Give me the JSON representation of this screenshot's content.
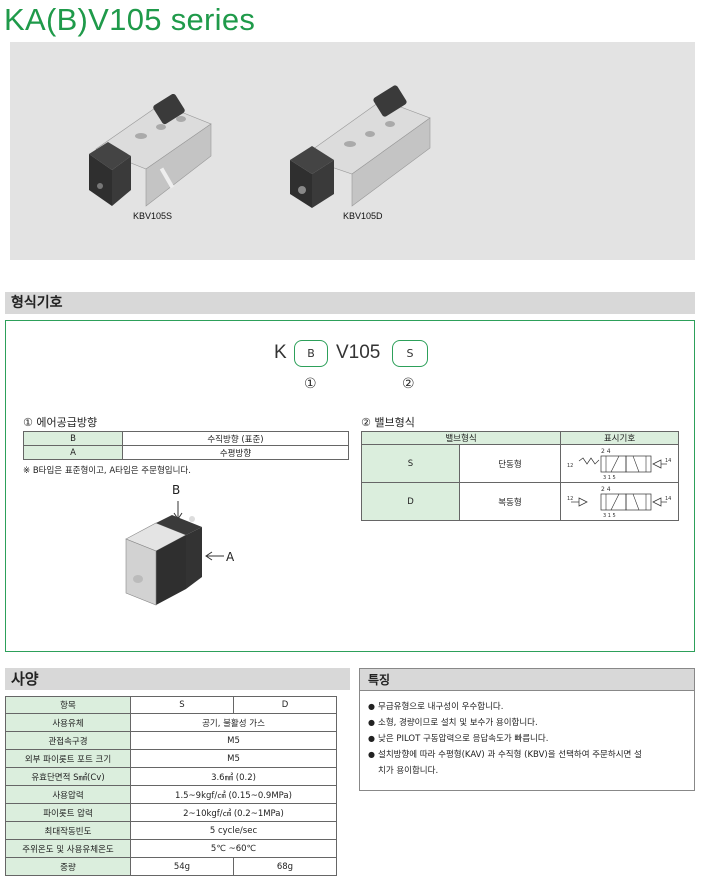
{
  "title": "KA(B)V105 series",
  "products": [
    {
      "label": "KBV105S"
    },
    {
      "label": "KBV105D"
    }
  ],
  "model_section": {
    "heading": "형식기호",
    "code_prefix": "K",
    "code_opt1": "B",
    "code_mid": "V105",
    "code_opt2": "S",
    "marker1": "①",
    "marker2": "②"
  },
  "air_supply": {
    "title": "① 에어공급방향",
    "rows": [
      {
        "code": "B",
        "desc": "수직방향 (표준)"
      },
      {
        "code": "A",
        "desc": "수평방향"
      }
    ],
    "note": "※ B타입은 표준형이고, A타입은 주문형입니다.",
    "arrow_b": "B",
    "arrow_a": "A"
  },
  "valve_type": {
    "title": "② 밸브형식",
    "headers": [
      "밸브형식",
      "표시기호"
    ],
    "rows": [
      {
        "code": "S",
        "name": "단동형"
      },
      {
        "code": "D",
        "name": "복동형"
      }
    ],
    "sym_top": "2 4",
    "sym_bottom": "3 1 5",
    "sym_left": "12",
    "sym_right": "14"
  },
  "spec": {
    "heading": "사양",
    "header": {
      "label": "항목",
      "s": "S",
      "d": "D"
    },
    "rows": [
      {
        "label": "사용유체",
        "value": "공기, 불활성 가스"
      },
      {
        "label": "관접속구경",
        "value": "M5"
      },
      {
        "label": "외부 파이롯트 포트 크기",
        "value": "M5"
      },
      {
        "label": "유효단면적 S㎟(Cv)",
        "value": "3.6㎟ (0.2)"
      },
      {
        "label": "사용압력",
        "value": "1.5~9kgf/㎠ (0.15~0.9MPa)"
      },
      {
        "label": "파이롯트 압력",
        "value": "2~10kgf/㎠ (0.2~1MPa)"
      },
      {
        "label": "최대작동빈도",
        "value": "5 cycle/sec"
      },
      {
        "label": "주위온도 및 사용유체온도",
        "value": "5℃ ~60℃"
      }
    ],
    "weight": {
      "label": "중량",
      "s": "54g",
      "d": "68g"
    }
  },
  "features": {
    "heading": "특징",
    "items": [
      "무급유형으로 내구성이 우수합니다.",
      "소형, 경량이므로 설치 및 보수가 용이합니다.",
      "낮은 PILOT 구동압력으로 응답속도가 빠릅니다.",
      "설치방향에 따라 수평형(KAV) 과 수직형 (KBV)을 선택하여 주문하시면 설",
      "치가 용이합니다."
    ]
  }
}
